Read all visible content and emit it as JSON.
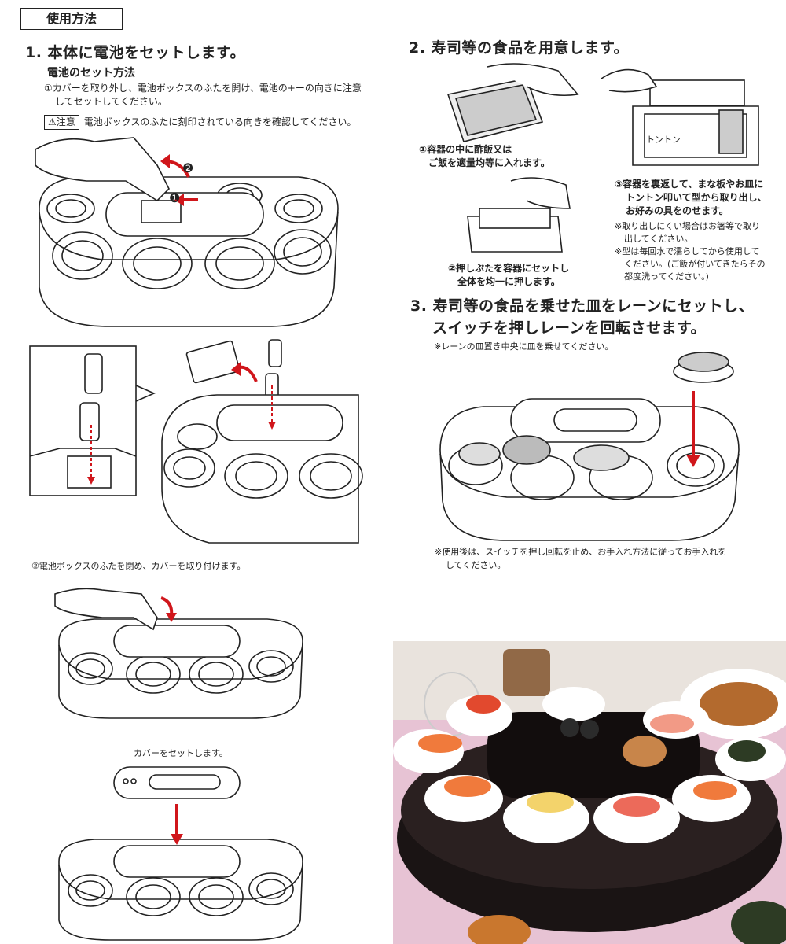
{
  "section_tag": "使用方法",
  "step1": {
    "heading": "1. 本体に電池をセットします。",
    "subheading": "電池のセット方法",
    "instruction_line1": "①カバーを取り外し、電池ボックスのふたを開け、電池の+ーの向きに注意",
    "instruction_line2": "してセットしてください。",
    "caution_label": "⚠注意",
    "caution_text": "電池ボックスのふたに刻印されている向きを確認してください。",
    "marker_1": "❶",
    "marker_2": "❷",
    "close_instruction": "②電池ボックスのふたを閉め、カバーを取り付けます。",
    "cover_caption": "カバーをセットします。"
  },
  "step2": {
    "heading": "2. 寿司等の食品を用意します。",
    "cap1_line1": "①容器の中に酢飯又は",
    "cap1_line2": "ご飯を適量均等に入れます。",
    "cap2_line1": "②押しぶたを容器にセットし",
    "cap2_line2": "全体を均一に押します。",
    "cap3_line1": "③容器を裏返して、まな板やお皿に",
    "cap3_line2": "トントン叩いて型から取り出し、",
    "cap3_line3": "お好みの具をのせます。",
    "note1_line1": "※取り出しにくい場合はお箸等で取り",
    "note1_line2": "出してください。",
    "note2_line1": "※型は毎回水で濡らしてから使用して",
    "note2_line2": "ください。(ご飯が付いてきたらその",
    "note2_line3": "都度洗ってください。)",
    "tonton": "トントン"
  },
  "step3": {
    "heading_line1": "3. 寿司等の食品を乗せた皿をレーンにセットし、",
    "heading_line2": "スイッチを押しレーンを回転させます。",
    "note": "※レーンの皿置き中央に皿を乗せてください。",
    "after_line1": "※使用後は、スイッチを押し回転を止め、お手入れ方法に従ってお手入れを",
    "after_line2": "してください。"
  },
  "colors": {
    "arrow_red": "#d0161b",
    "photo_table": "#e7c3d4",
    "tray_black": "#1a1414",
    "salmon": "#f07a3c"
  }
}
